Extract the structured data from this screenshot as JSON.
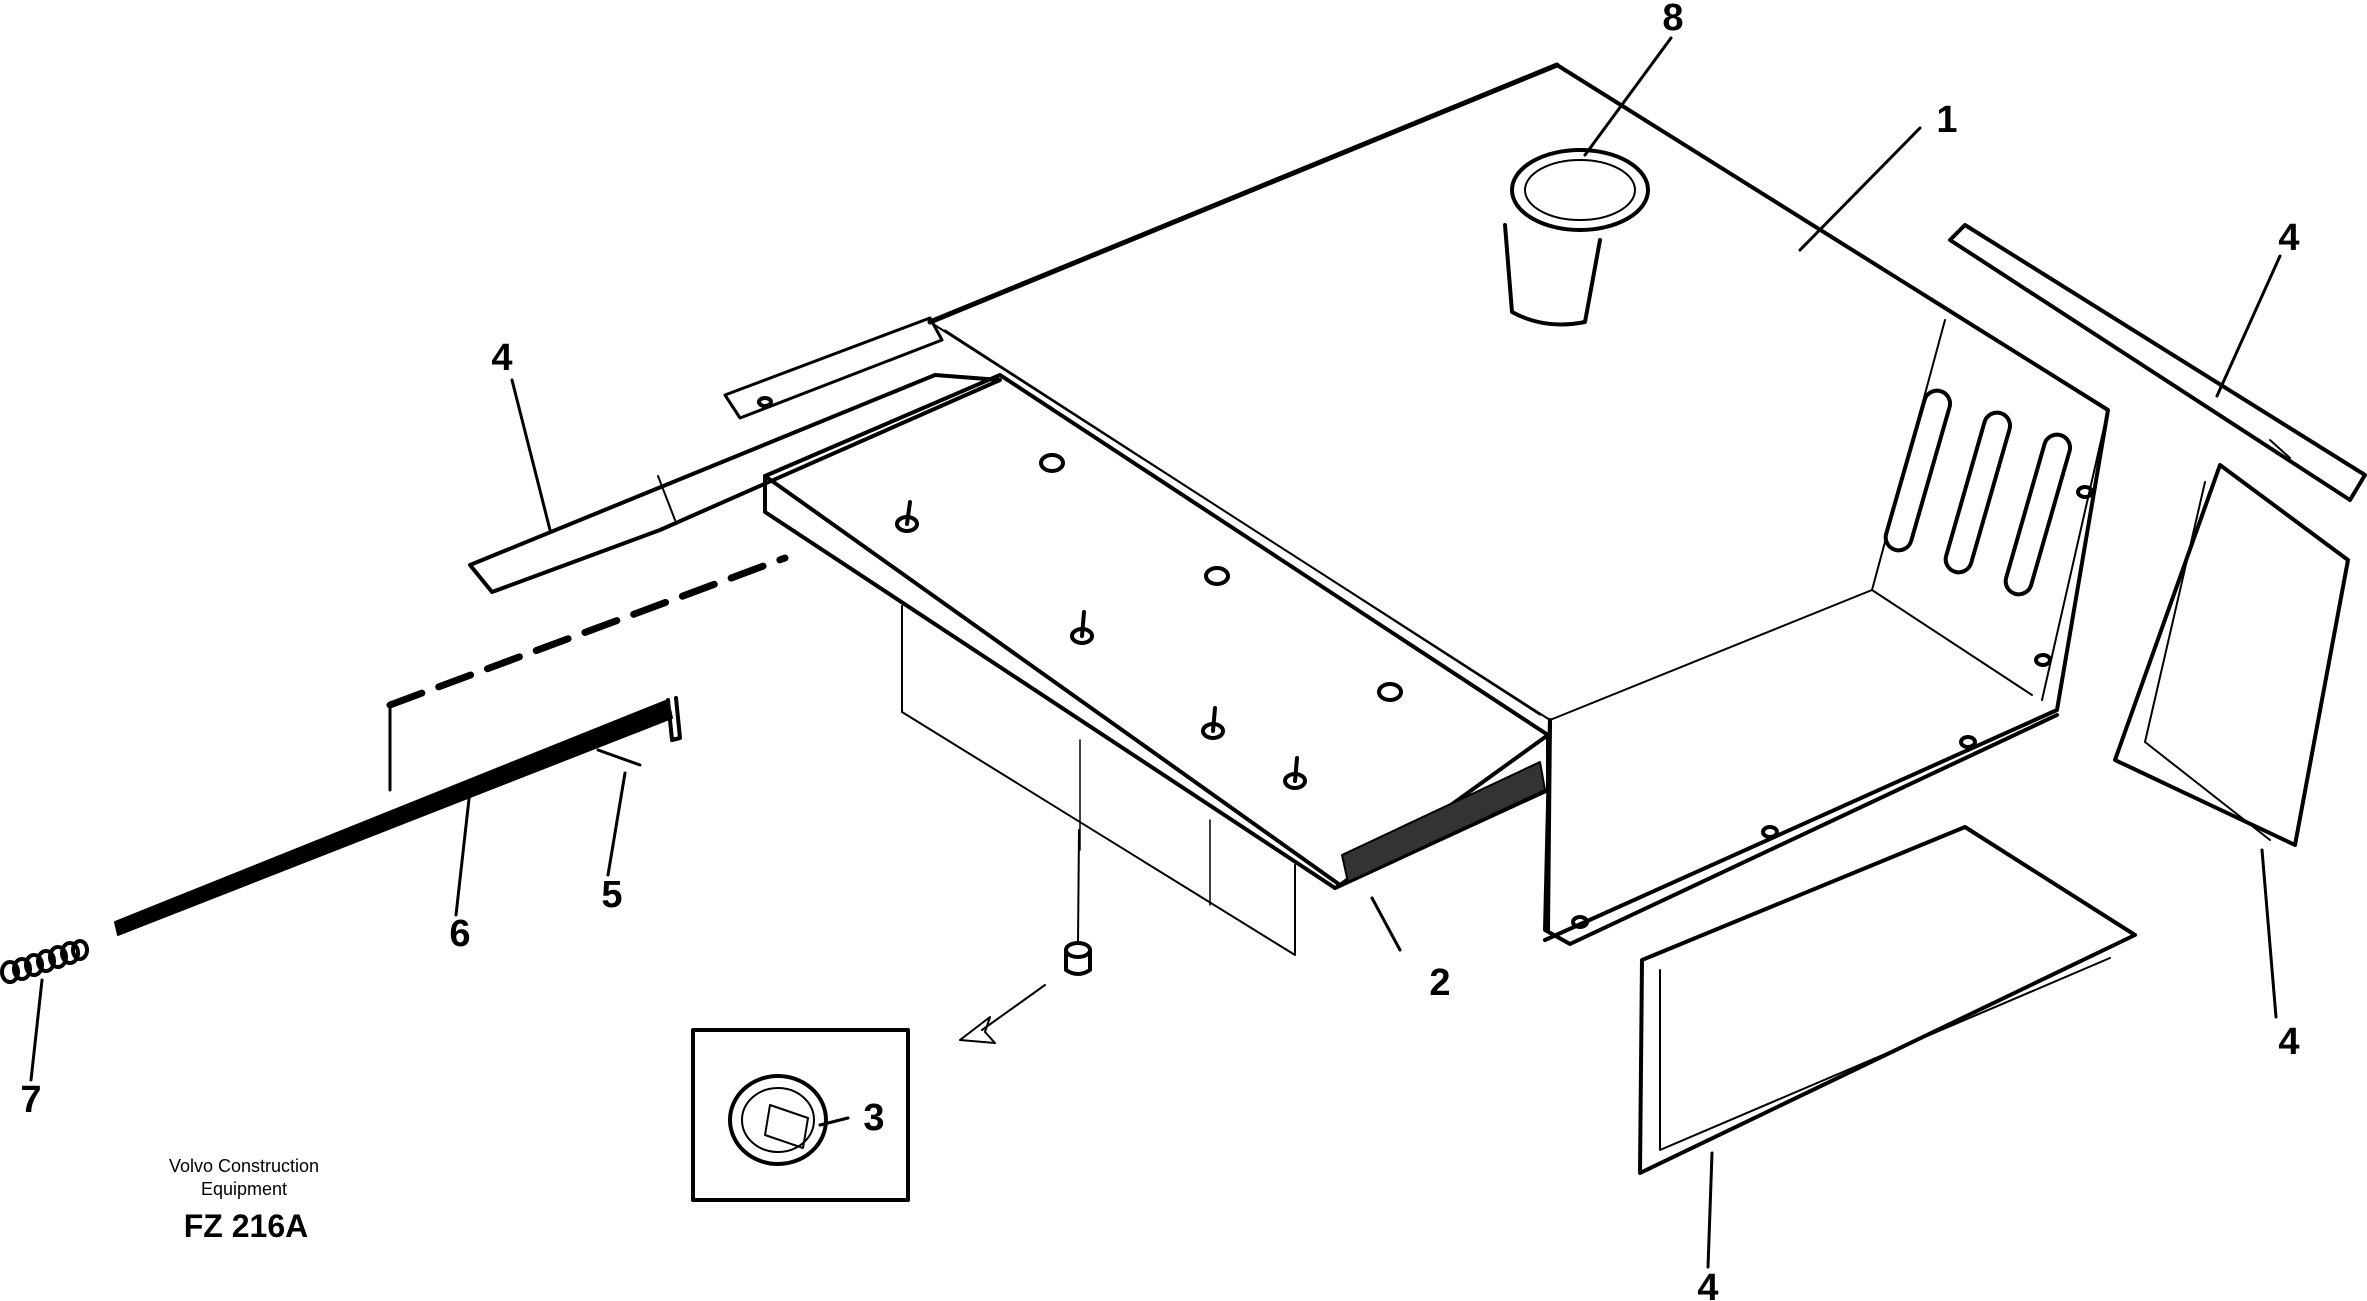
{
  "callouts": {
    "part_1": "1",
    "part_2": "2",
    "part_3": "3",
    "part_4_upper_left": "4",
    "part_4_upper_right": "4",
    "part_4_right": "4",
    "part_4_bottom": "4",
    "part_5": "5",
    "part_6": "6",
    "part_7": "7",
    "part_8": "8"
  },
  "footer": {
    "company_line1": "Volvo Construction",
    "company_line2": "Equipment",
    "figure_code": "FZ 216A"
  },
  "colors": {
    "ink": "#000000",
    "paper": "#ffffff",
    "insulation_fill": "#333333"
  }
}
